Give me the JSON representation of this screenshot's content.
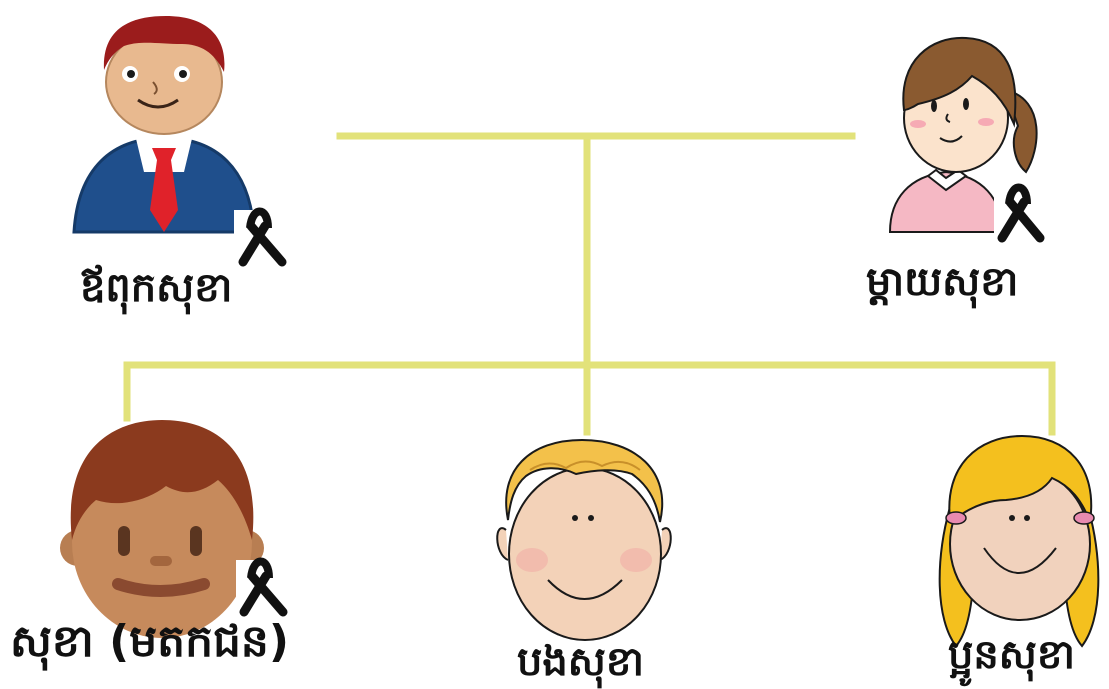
{
  "diagram": {
    "connector_color": "#e2e27a",
    "members": {
      "father": {
        "label": "ឪពុកសុខា",
        "icon": "man-in-suit-avatar",
        "mourning": true,
        "mourning_icon": "black-ribbon-icon"
      },
      "mother": {
        "label": "ម្ដាយសុខា",
        "icon": "woman-avatar",
        "mourning": true,
        "mourning_icon": "black-ribbon-icon"
      },
      "self": {
        "label": "សុខា (មតកជន)",
        "icon": "boy-face-avatar",
        "mourning": true,
        "mourning_icon": "black-ribbon-icon"
      },
      "brother": {
        "label": "បងសុខា",
        "icon": "blond-boy-face-avatar",
        "mourning": false
      },
      "sister": {
        "label": "ប្អូនសុខា",
        "icon": "blonde-girl-face-avatar",
        "mourning": false
      }
    }
  }
}
